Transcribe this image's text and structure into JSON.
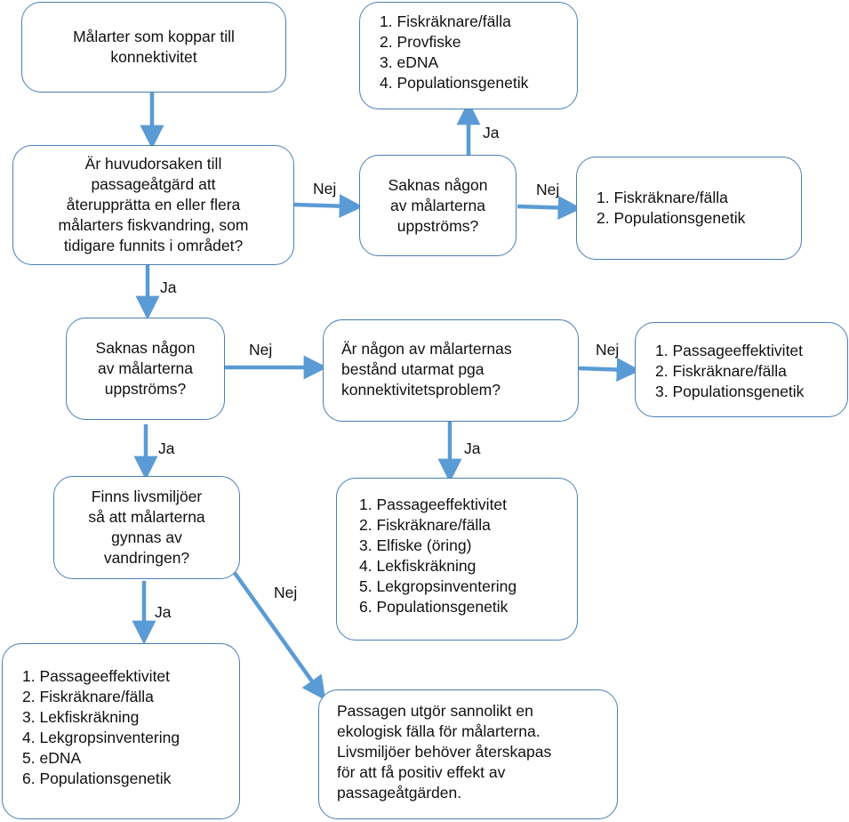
{
  "colors": {
    "border": "#4a7fb5",
    "arrow": "#5b9bd5",
    "text": "#111111",
    "background": "#ffffff"
  },
  "start": {
    "lines": [
      "Målarter som koppar till",
      "konnektivitet"
    ]
  },
  "q_main": {
    "lines": [
      "Är huvudorsaken till",
      "passageåtgärd att",
      "återupprätta en eller flera",
      "målarters fiskvandring, som",
      "tidigare funnits i området?"
    ]
  },
  "q_missing_top": {
    "lines": [
      "Saknas någon",
      "av målarterna",
      "uppströms?"
    ]
  },
  "list_top": {
    "items": [
      "1. Fiskräknare/fälla",
      "2. Provfiske",
      "3. eDNA",
      "4. Populationsgenetik"
    ]
  },
  "list_top_right": {
    "items": [
      "1. Fiskräknare/fälla",
      "2. Populationsgenetik"
    ]
  },
  "q_missing_mid": {
    "lines": [
      "Saknas någon",
      "av målarterna",
      "uppströms?"
    ]
  },
  "q_depleted": {
    "lines": [
      "Är någon av målarternas",
      "bestånd utarmat pga",
      "konnektivitetsproblem?"
    ]
  },
  "list_mid_right": {
    "items": [
      "1. Passageeffektivitet",
      "2. Fiskräknare/fälla",
      "3. Populationsgenetik"
    ]
  },
  "q_habitat": {
    "lines": [
      "Finns livsmiljöer",
      "så att målarterna",
      "gynnas av",
      "vandringen?"
    ]
  },
  "list_mid_center": {
    "items": [
      "1. Passageeffektivitet",
      "2. Fiskräknare/fälla",
      "3. Elfiske (öring)",
      "4. Lekfiskräkning",
      "5. Lekgropsinventering",
      "6. Populationsgenetik"
    ]
  },
  "list_bottom_left": {
    "items": [
      "1. Passageeffektivitet",
      "2. Fiskräknare/fälla",
      "3. Lekfiskräkning",
      "4. Lekgropsinventering",
      "5. eDNA",
      "6. Populationsgenetik"
    ]
  },
  "trap_box": {
    "lines": [
      "Passagen utgör sannolikt en",
      "ekologisk fälla för målarterna.",
      "Livsmiljöer behöver återskapas",
      "för att få positiv effekt av",
      "passageåtgärden."
    ]
  },
  "labels": {
    "ja_top": "Ja",
    "nej_main": "Nej",
    "nej_top_right": "Nej",
    "ja_main": "Ja",
    "nej_mid": "Nej",
    "nej_mid_right": "Nej",
    "ja_mid_left": "Ja",
    "ja_mid_center": "Ja",
    "ja_bottom": "Ja",
    "nej_trap": "Nej"
  }
}
